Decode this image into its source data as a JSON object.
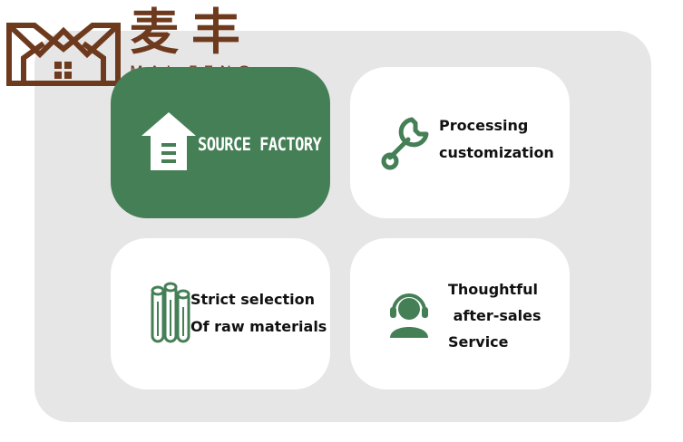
{
  "logo": {
    "chinese": "麦丰",
    "english": "MAI FENG",
    "color": "#6e3a1e"
  },
  "colors": {
    "panel": "#e6e6e6",
    "accent_green": "#457f56",
    "card_white": "#ffffff"
  },
  "cards": [
    {
      "icon": "house-icon",
      "lines": [
        "SOURCE FACTORY"
      ]
    },
    {
      "icon": "wrench-icon",
      "lines": [
        "Processing",
        "customization"
      ]
    },
    {
      "icon": "logs-icon",
      "lines": [
        "Strict selection",
        "Of raw materials"
      ]
    },
    {
      "icon": "headset-icon",
      "lines": [
        "Thoughtful",
        " after-sales",
        "Service"
      ]
    }
  ]
}
